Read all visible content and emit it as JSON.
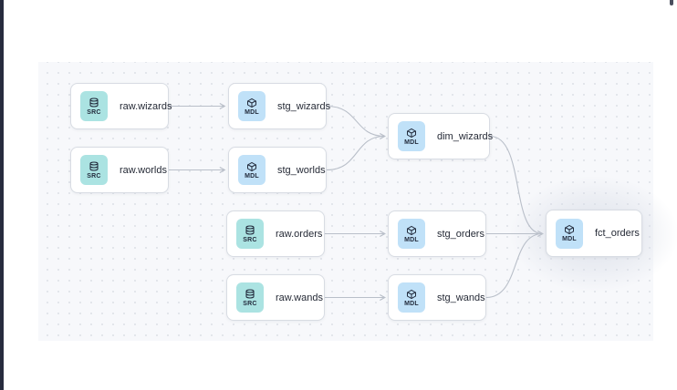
{
  "page": {
    "background": "#ffffff",
    "left_edge_bar_color": "#272c3e"
  },
  "canvas": {
    "background": "#f7f8fb",
    "dot_color": "#e1e4ea",
    "edge_color": "#b9bfc9",
    "node_border_color": "#d8dce3",
    "highlight_halo_color": "#d6dbe5"
  },
  "node_types": {
    "SRC": {
      "label": "SRC",
      "badge_color": "#abe3e2",
      "icon": "database-icon"
    },
    "MDL": {
      "label": "MDL",
      "badge_color": "#c0e1f8",
      "icon": "cube-icon"
    }
  },
  "graph": {
    "nodes": [
      {
        "id": "raw_wizards",
        "label": "raw.wizards",
        "type": "SRC"
      },
      {
        "id": "raw_worlds",
        "label": "raw.worlds",
        "type": "SRC"
      },
      {
        "id": "stg_wizards",
        "label": "stg_wizards",
        "type": "MDL"
      },
      {
        "id": "stg_worlds",
        "label": "stg_worlds",
        "type": "MDL"
      },
      {
        "id": "dim_wizards",
        "label": "dim_wizards",
        "type": "MDL"
      },
      {
        "id": "raw_orders",
        "label": "raw.orders",
        "type": "SRC"
      },
      {
        "id": "stg_orders",
        "label": "stg_orders",
        "type": "MDL"
      },
      {
        "id": "raw_wands",
        "label": "raw.wands",
        "type": "SRC"
      },
      {
        "id": "stg_wands",
        "label": "stg_wands",
        "type": "MDL"
      },
      {
        "id": "fct_orders",
        "label": "fct_orders",
        "type": "MDL"
      }
    ],
    "edges": [
      {
        "from": "raw_wizards",
        "to": "stg_wizards"
      },
      {
        "from": "raw_worlds",
        "to": "stg_worlds"
      },
      {
        "from": "stg_wizards",
        "to": "dim_wizards"
      },
      {
        "from": "stg_worlds",
        "to": "dim_wizards"
      },
      {
        "from": "raw_orders",
        "to": "stg_orders"
      },
      {
        "from": "raw_wands",
        "to": "stg_wands"
      },
      {
        "from": "dim_wizards",
        "to": "fct_orders"
      },
      {
        "from": "stg_orders",
        "to": "fct_orders"
      },
      {
        "from": "stg_wands",
        "to": "fct_orders"
      }
    ]
  }
}
